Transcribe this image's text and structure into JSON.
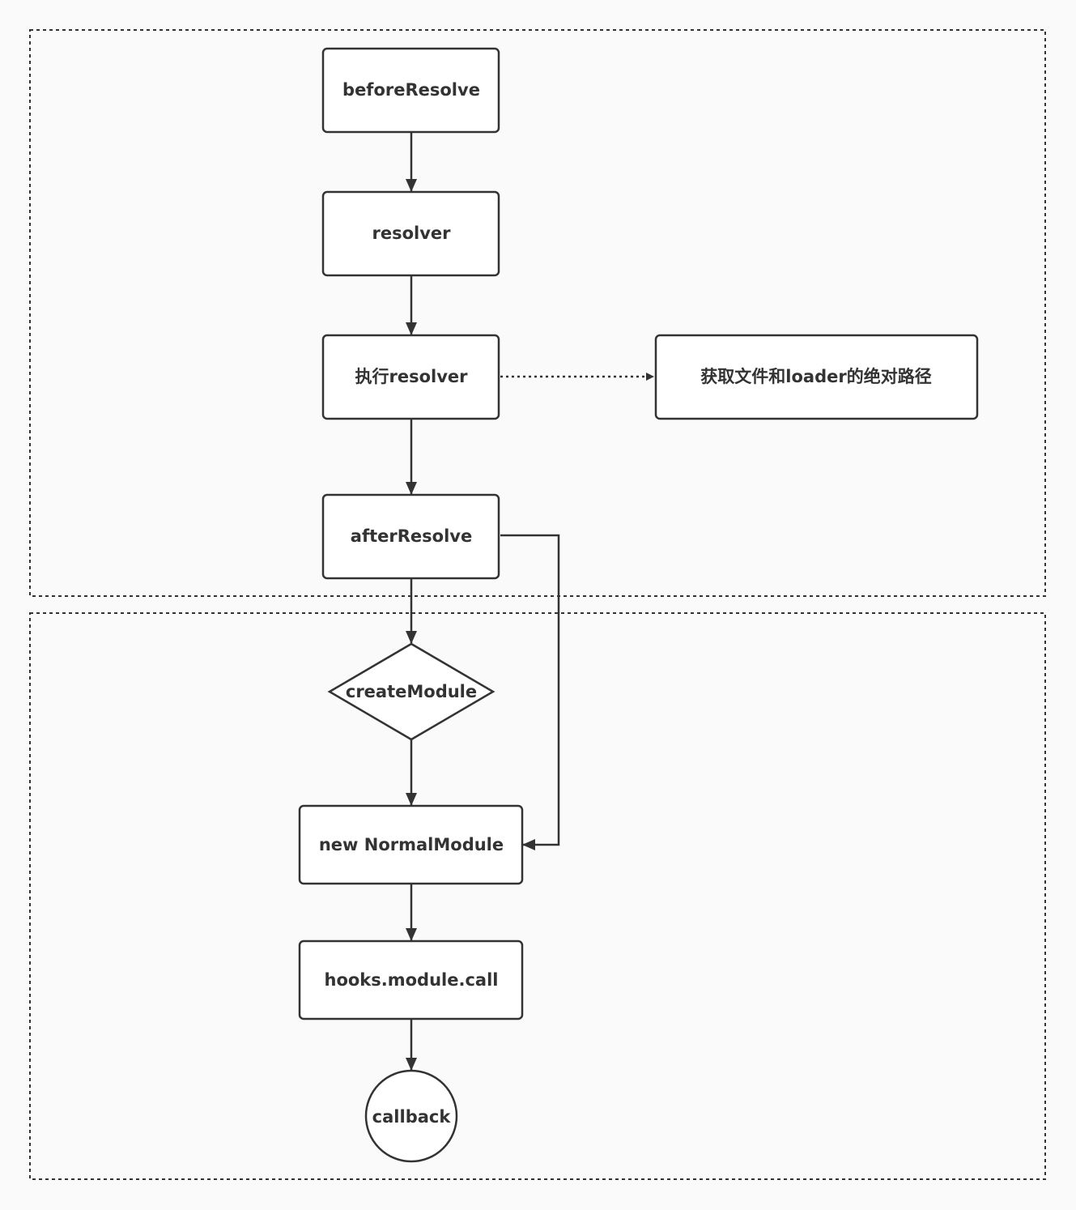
{
  "colors": {
    "background": "#fafafa",
    "stroke": "#333333",
    "node_fill": "#ffffff",
    "text": "#333333"
  },
  "groups": [
    {
      "id": "resolve-phase"
    },
    {
      "id": "module-phase"
    }
  ],
  "nodes": {
    "before_resolve": "beforeResolve",
    "resolver": "resolver",
    "run_resolver": "执行resolver",
    "get_paths": "获取文件和loader的绝对路径",
    "after_resolve": "afterResolve",
    "create_module": "createModule",
    "new_normal_module": "new NormalModule",
    "hooks_module_call": "hooks.module.call",
    "callback": "callback"
  },
  "edges": [
    {
      "from": "beforeResolve",
      "to": "resolver",
      "style": "solid"
    },
    {
      "from": "resolver",
      "to": "执行resolver",
      "style": "solid"
    },
    {
      "from": "执行resolver",
      "to": "获取文件和loader的绝对路径",
      "style": "dotted"
    },
    {
      "from": "执行resolver",
      "to": "afterResolve",
      "style": "solid"
    },
    {
      "from": "afterResolve",
      "to": "createModule",
      "style": "solid"
    },
    {
      "from": "afterResolve",
      "to": "new NormalModule",
      "style": "solid"
    },
    {
      "from": "createModule",
      "to": "new NormalModule",
      "style": "solid"
    },
    {
      "from": "new NormalModule",
      "to": "hooks.module.call",
      "style": "solid"
    },
    {
      "from": "hooks.module.call",
      "to": "callback",
      "style": "solid"
    }
  ]
}
